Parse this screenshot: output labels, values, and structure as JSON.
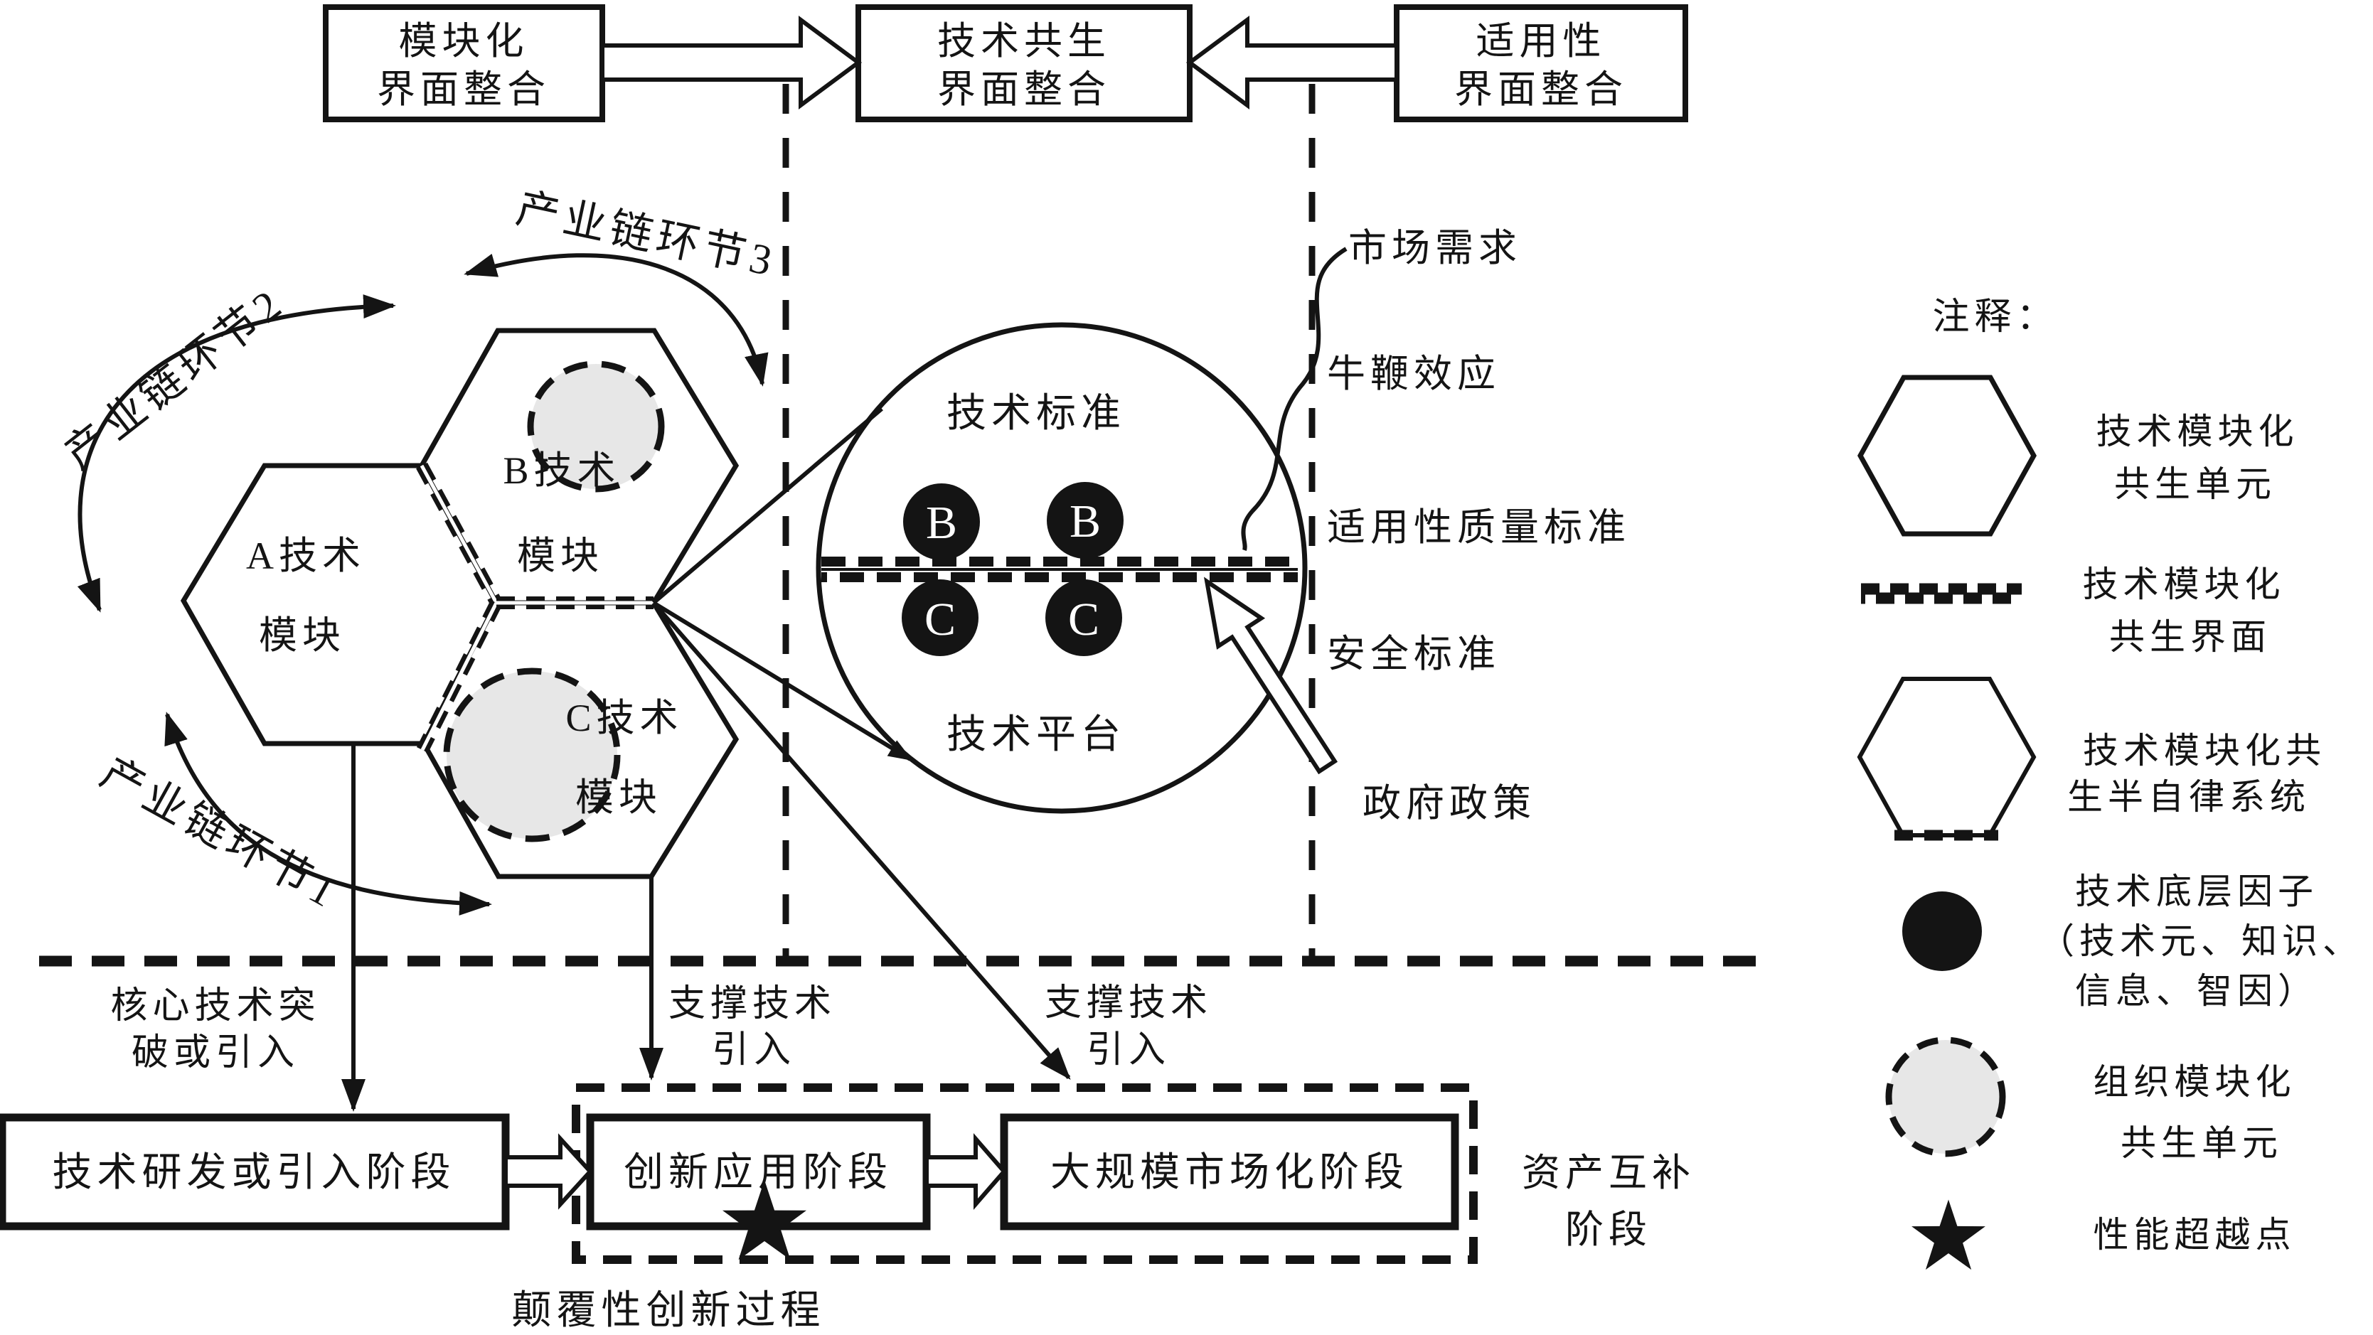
{
  "colors": {
    "ink": "#141414",
    "paper": "#ffffff",
    "gray_fill": "#e7e7e7"
  },
  "top_boxes": {
    "box1": {
      "line1": "模块化",
      "line2": "界面整合"
    },
    "box2": {
      "line1": "技术共生",
      "line2": "界面整合"
    },
    "box3": {
      "line1": "适用性",
      "line2": "界面整合"
    }
  },
  "industry_chain": {
    "link1": "产业链环节1",
    "link2": "产业链环节2",
    "link3": "产业链环节3"
  },
  "modules": {
    "a": {
      "line1": "A技术",
      "line2": "模块"
    },
    "b": {
      "line1": "B技术",
      "line2": "模块"
    },
    "c": {
      "line1": "C技术",
      "line2": "模块"
    }
  },
  "platform_circle": {
    "top_label": "技术标准",
    "bottom_label": "技术平台",
    "dot_b": "B",
    "dot_c": "C"
  },
  "external_factors": {
    "market": "市场需求",
    "bullwhip": "牛鞭效应",
    "quality": "适用性质量标准",
    "safety": "安全标准",
    "policy": "政府政策"
  },
  "bottom_flow": {
    "core_intro": {
      "line1": "核心技术突",
      "line2": "破或引入"
    },
    "support1": {
      "line1": "支撑技术",
      "line2": "引入"
    },
    "support2": {
      "line1": "支撑技术",
      "line2": "引入"
    },
    "stage1": "技术研发或引入阶段",
    "stage2": "创新应用阶段",
    "stage3": "大规模市场化阶段",
    "asset": {
      "line1": "资产互补",
      "line2": "阶段"
    },
    "process_label": "颠覆性创新过程"
  },
  "legend": {
    "title": "注释：",
    "unit": {
      "line1": "技术模块化",
      "line2": "共生单元"
    },
    "interface": {
      "line1": "技术模块化",
      "line2": "共生界面"
    },
    "semi_system": {
      "line1": "技术模块化共",
      "line2": "生半自律系统"
    },
    "factor": {
      "line1": "技术底层因子",
      "line2": "（技术元、知识、",
      "line3": "信息、智因）"
    },
    "org_unit": {
      "line1": "组织模块化",
      "line2": "共生单元"
    },
    "surpass": "性能超越点"
  }
}
